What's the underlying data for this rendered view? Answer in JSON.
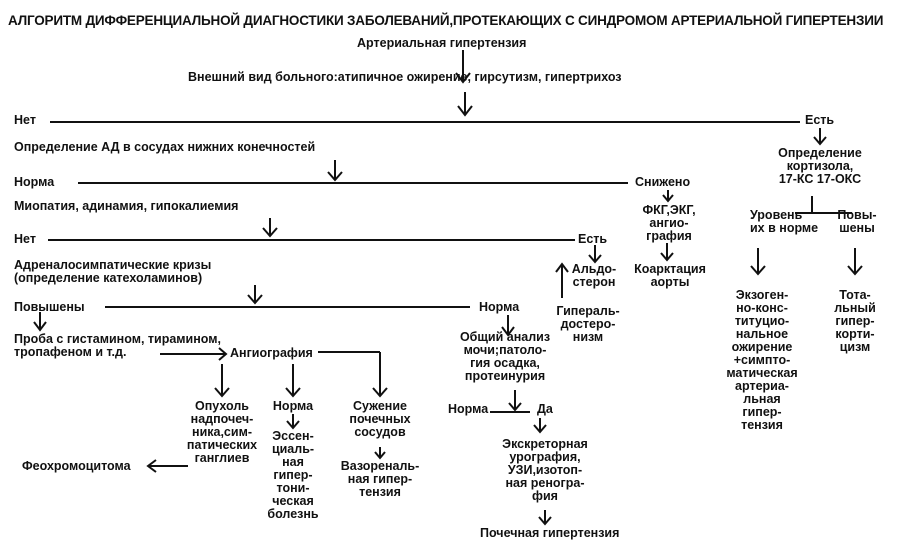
{
  "title": "АЛГОРИТМ ДИФФЕРЕНЦИАЛЬНОЙ ДИАГНОСТИКИ ЗАБОЛЕВАНИЙ,ПРОТЕКАЮЩИХ С СИНДРОМОМ АРТЕРИАЛЬНОЙ ГИПЕРТЕНЗИИ",
  "nodes": {
    "start": "Артериальная гипертензия",
    "appearance": "Внешний вид больного:атипичное ожирение, гирсутизм, гипертрихоз",
    "no1": "Нет",
    "yes1": "Есть",
    "bp_legs": "Определение АД в сосудах нижних конечностей",
    "norm1": "Норма",
    "decreased": "Снижено",
    "myopathy": "Миопатия, адинамия, гипокалиемия",
    "no2": "Нет",
    "yes2": "Есть",
    "crises_1": "Адреналосимпатические кризы",
    "crises_2": "(определение катехоламинов)",
    "elevated1": "Повышены",
    "norm2": "Норма",
    "histamine_1": "Проба с гистамином, тирамином,",
    "histamine_2": "тропафеном и т.д.",
    "angiography": "Ангиография",
    "urine": [
      "Общий анализ",
      "мочи;патоло-",
      "гия осадка,",
      "протеинурия"
    ],
    "norm3": "Норма",
    "yes3": "Да",
    "tumor": [
      "Опухоль",
      "надпочеч-",
      "ника,сим-",
      "патических",
      "ганглиев"
    ],
    "norm4": "Норма",
    "essential": [
      "Эссен-",
      "циаль-",
      "ная",
      "гипер-",
      "тони-",
      "ческая",
      "болезнь"
    ],
    "narrowing": [
      "Сужение",
      "почечных",
      "сосудов"
    ],
    "vasorenal": [
      "Вазореналь-",
      "ная гипер-",
      "тензия"
    ],
    "pheo": "Феохромоцитома",
    "excretory": [
      "Экскреторная",
      "урография,",
      "УЗИ,изотоп-",
      "ная реногра-",
      "фия"
    ],
    "renal": "Почечная гипертензия",
    "aldosterone": [
      "Альдо-",
      "стерон"
    ],
    "hyperaldo": [
      "Гипераль-",
      "достеро-",
      "низм"
    ],
    "fkg": [
      "ФКГ,ЭКГ,",
      "ангио-",
      "графия"
    ],
    "coarctation": [
      "Коарктация",
      "аорты"
    ],
    "cortisol": [
      "Определение",
      "кортизола,",
      "17-КС  17-ОКС"
    ],
    "level_norm": [
      "Уровень",
      "их в норме"
    ],
    "level_high": [
      "Повы-",
      "шены"
    ],
    "exogenous": [
      "Экзоген-",
      "но-конс-",
      "титуцио-",
      "нальное",
      "ожирение",
      "+симпто-",
      "матическая",
      "артериа-",
      "льная",
      "гипер-",
      "тензия"
    ],
    "total": [
      "Тота-",
      "льный",
      "гипер-",
      "корти-",
      "цизм"
    ]
  }
}
